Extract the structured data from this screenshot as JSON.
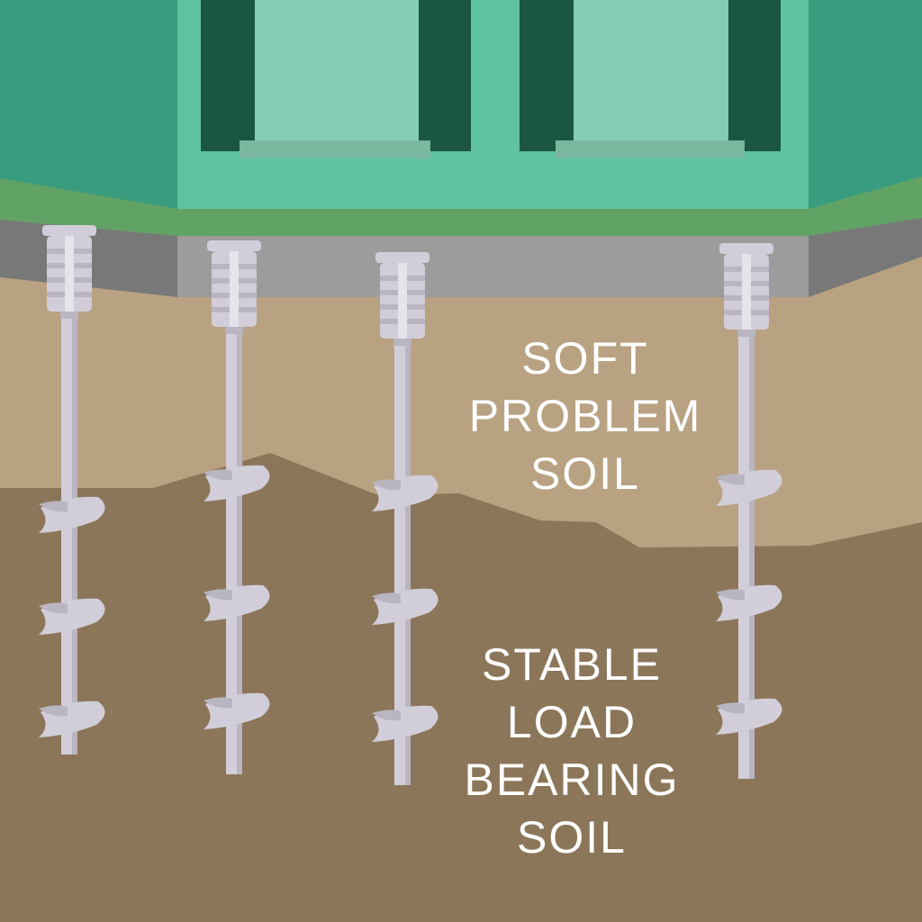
{
  "labels": {
    "soft_soil": [
      "SOFT",
      "PROBLEM",
      "SOIL"
    ],
    "stable_soil": [
      "STABLE",
      "LOAD",
      "BEARING",
      "SOIL"
    ]
  },
  "colors": {
    "stable_soil": "#8c7659",
    "soft_soil": "#b8a282",
    "house_side": "#399c7e",
    "house_front": "#5fc3a3",
    "window_frame": "#1b5642",
    "window_glass": "#82cdb3",
    "window_sill": "#7ab79f",
    "grass": "#61a365",
    "foundation_front": "#9c9c9c",
    "foundation_side": "#787878",
    "pier": "#d2ced9",
    "pier_shade": "#b9b5c1",
    "label_text": "#ffffff"
  },
  "pier_count": 4,
  "helix_plates_per_pier": 3
}
